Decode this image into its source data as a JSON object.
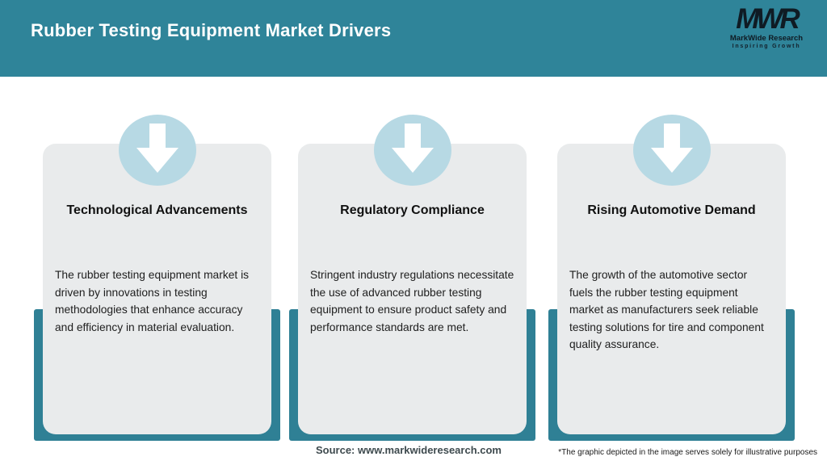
{
  "header": {
    "title": "Rubber Testing Equipment Market Drivers",
    "logo": {
      "monogram": "MWR",
      "name": "MarkWide Research",
      "tagline": "Inspiring Growth"
    }
  },
  "cards": [
    {
      "icon": "down-arrow-icon",
      "title": "Technological Advancements",
      "description": "The rubber testing equipment market is driven by innovations in testing methodologies that enhance accuracy and efficiency in material evaluation."
    },
    {
      "icon": "down-arrow-icon",
      "title": "Regulatory Compliance",
      "description": "Stringent industry regulations necessitate the use of advanced rubber testing equipment to ensure product safety and performance standards are met."
    },
    {
      "icon": "down-arrow-icon",
      "title": "Rising Automotive Demand",
      "description": "The growth of the automotive sector fuels the rubber testing equipment market as manufacturers seek reliable testing solutions for tire and component quality assurance."
    }
  ],
  "footer": {
    "source": "Source: www.markwideresearch.com",
    "disclaimer": "*The graphic depicted in the image serves solely for illustrative purposes"
  },
  "colors": {
    "header_bg": "#2F8499",
    "card_back_teal": "#2F8095",
    "card_bg": "#E9EBEC",
    "circle_blue": "#B7D9E4",
    "arrow_white": "#FFFFFF",
    "logo_text": "#0F1B24",
    "header_title_text": "#FFFFFF",
    "card_title_text": "#111111",
    "body_text": "#202020",
    "source_text": "#3E4A4E",
    "disclaimer_text": "#1A1A1A"
  }
}
